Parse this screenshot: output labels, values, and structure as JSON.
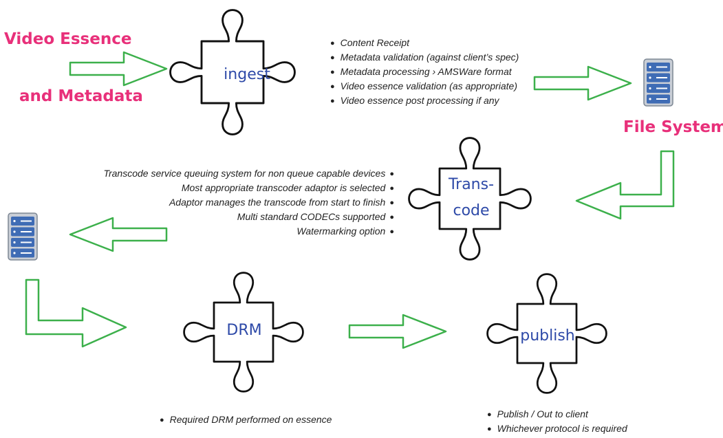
{
  "labels": {
    "input_line1": "Video Essence",
    "input_line2": "and Metadata",
    "file_system": "File System"
  },
  "pieces": {
    "ingest": "ingest",
    "transcode_line1": "Trans-",
    "transcode_line2": "code",
    "drm": "DRM",
    "publish": "publish"
  },
  "ingest_steps": [
    "Content Receipt",
    "Metadata validation  (against client’s spec)",
    "Metadata processing › AMSWare format",
    "Video essence validation (as appropriate)",
    "Video essence post processing if any"
  ],
  "transcode_steps": [
    "Transcode service queuing system for non queue capable devices",
    "Most appropriate transcoder adaptor is selected",
    "Adaptor manages the transcode from start to finish",
    "Multi standard CODECs supported",
    "Watermarking option"
  ],
  "drm_steps": [
    "Required DRM performed on essence"
  ],
  "publish_steps": [
    "Publish / Out to client",
    "Whichever protocol is required"
  ],
  "colors": {
    "arrow": "#3cb04b",
    "pink_text": "#e8307a",
    "piece_text": "#2e4aa8",
    "server_body": "#3f6cb5"
  }
}
